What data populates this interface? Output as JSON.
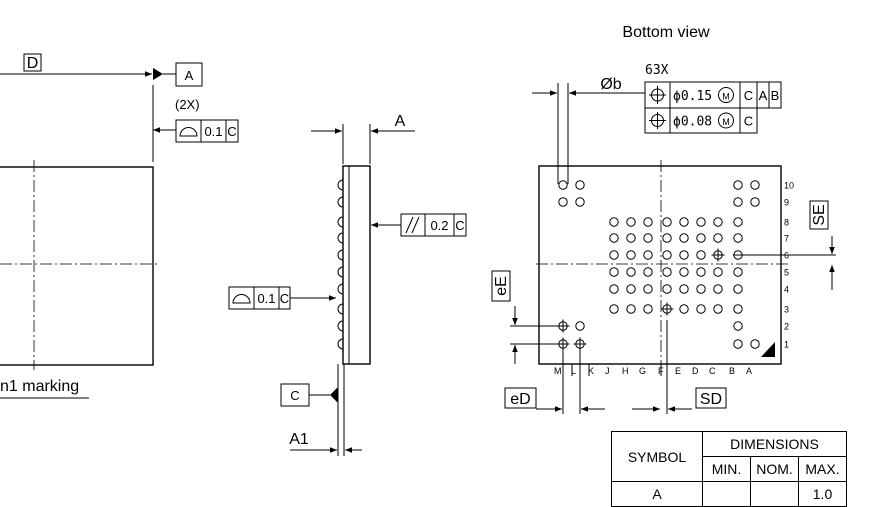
{
  "labels": {
    "bottom_view": "Bottom view",
    "datum_d": "D",
    "datum_a_box": "A",
    "datum_a_label": "A",
    "datum_c": "C",
    "pin_marking": "n1 marking",
    "ball_diameter": "Øb",
    "ball_count": "63X",
    "ee": "eE",
    "se": "SE",
    "ed": "eD",
    "sd": "SD",
    "a1": "A1",
    "count_2x": "(2X)"
  },
  "tolerances": {
    "top_profile": "0.1",
    "top_profile_datum": "C",
    "parallel": "0.2",
    "parallel_datum": "C",
    "side_profile": "0.1",
    "side_profile_datum": "C",
    "ball_pos_1_value": "ϕ0.15",
    "ball_pos_1_mod": "M",
    "ball_pos_1_datum_1": "C",
    "ball_pos_1_datum_2": "A",
    "ball_pos_1_datum_3": "B",
    "ball_pos_2_value": "ϕ0.08",
    "ball_pos_2_mod": "M",
    "ball_pos_2_datum_1": "C"
  },
  "row_labels": [
    "10",
    "9",
    "8",
    "7",
    "6",
    "5",
    "4",
    "3",
    "2",
    "1"
  ],
  "col_labels": [
    "M",
    "L",
    "K",
    "J",
    "H",
    "G",
    "F",
    "E",
    "D",
    "C",
    "B",
    "A"
  ],
  "table": {
    "symbol_header": "SYMBOL",
    "dimensions_header": "DIMENSIONS",
    "min": "MIN.",
    "nom": "NOM.",
    "max": "MAX.",
    "partial_row": [
      "A",
      "",
      "",
      "1.0"
    ]
  }
}
